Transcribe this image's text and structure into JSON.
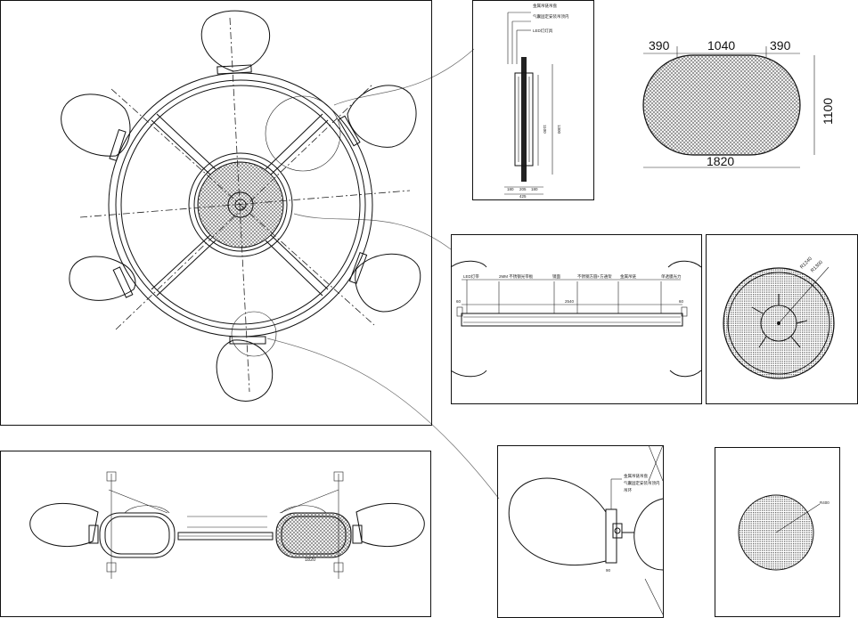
{
  "colors": {
    "line": "#111111",
    "mesh": "#8a8a8a",
    "background": "#ffffff"
  },
  "panel_plan": {},
  "panel_side_detail": {
    "labels": [
      "金属吊链吊盘",
      "气囊固定安装吊顶内",
      "LED灯灯具"
    ],
    "dims": [
      "1100",
      "1300",
      "180",
      "205",
      "180",
      "425"
    ]
  },
  "panel_oval": {
    "dims": {
      "left": "390",
      "middle": "1040",
      "right": "390",
      "height": "1100",
      "width": "1820"
    }
  },
  "panel_section": {
    "labels": [
      "LED灯带",
      "2MM 不锈钢光带板",
      "镜面",
      "不锈钢方圆+方通架",
      "金属吊链",
      "单透膜光力"
    ],
    "dims": [
      "60",
      "2540",
      "60"
    ]
  },
  "panel_round": {
    "dims": [
      "R1240",
      "R1300"
    ]
  },
  "panel_elevation": {
    "dims": [
      "1820"
    ]
  },
  "panel_balloon_detail": {
    "labels": [
      "金属吊链吊盘",
      "气囊固定安装吊顶内",
      "吊环"
    ],
    "dims": [
      "90"
    ]
  },
  "panel_disc": {
    "dims": [
      "R400"
    ]
  }
}
